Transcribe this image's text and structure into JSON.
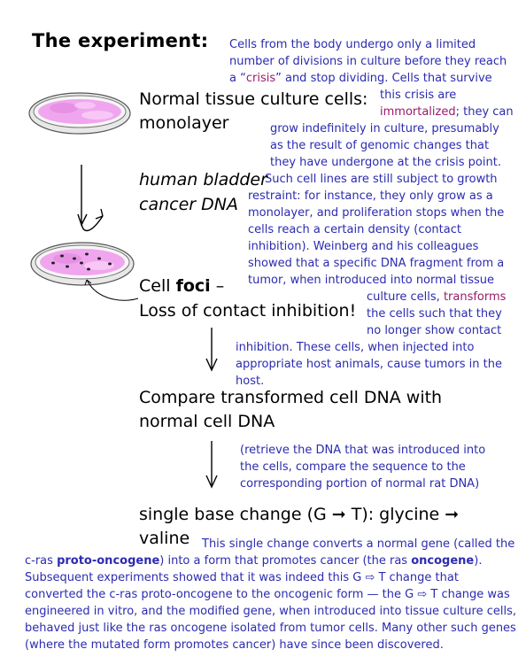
{
  "title": "The experiment:",
  "intro_note": {
    "l1": "Cells from the body undergo only a limited",
    "l2": "number of divisions in culture before they reach",
    "l3a": "a “",
    "l3b": "crisis",
    "l3c": "” and stop dividing.  Cells that survive",
    "l4": "this crisis are",
    "l5a": "immortalized",
    "l5b": "; they can",
    "l6": "grow indefinitely in culture, presumably",
    "l7": "as the result of genomic changes that",
    "l8": "they have undergone at the crisis point.",
    "l9": "Such cell lines are still subject to growth",
    "l10": "restraint: for instance, they only grow as a",
    "l11": "monolayer, and proliferation stops when the",
    "l12": "cells reach a certain density (contact",
    "l13": "inhibition).  Weinberg and his colleagues",
    "l14": "showed that a specific DNA fragment from a",
    "l15": "tumor, when introduced into normal tissue",
    "l16a": "culture cells, ",
    "l16b": "transforms",
    "l17": "the cells such that they",
    "l18": "no longer show contact",
    "l19": "inhibition.  These cells, when injected into",
    "l20": "appropriate host animals, cause tumors in the",
    "l21": "host."
  },
  "step1": {
    "l1": "Normal tissue culture cells:",
    "l2": "monolayer"
  },
  "dna_label": {
    "l1": "human bladder",
    "l2": "cancer DNA"
  },
  "step2": {
    "l1a": "Cell ",
    "l1b": "foci",
    "l1c": " –",
    "l2": "Loss of contact inhibition!"
  },
  "step3": {
    "l1": "Compare transformed cell DNA with",
    "l2": "normal cell DNA"
  },
  "retrieve_note": {
    "l1": "(retrieve the DNA that was introduced into",
    "l2": "the cells, compare the sequence to the",
    "l3": "corresponding portion of normal rat DNA)"
  },
  "step4": {
    "l1": "single base change (G ➞ T): glycine ➞",
    "l2": "valine"
  },
  "final_note": {
    "l1": "This single change converts a normal gene (called the",
    "l2a": "c-ras ",
    "l2b": "proto-oncogene",
    "l2c": ") into a form that promotes cancer (the ras ",
    "l2d": "oncogene",
    "l2e": ").",
    "l3": "Subsequent experiments showed that it was indeed this G ⇨ T change that",
    "l4": "converted the c-ras proto-oncogene to the oncogenic form — the G ⇨ T change was",
    "l5": "engineered in vitro, and the modified gene, when introduced into tissue culture cells,",
    "l6": "behaved just like the ras oncogene isolated from tumor cells.  Many other such genes",
    "l7": "(where the mutated form promotes cancer) have since been discovered."
  },
  "colors": {
    "note_text": "#2b2bb0",
    "highlight": "#9a1a6b",
    "dish_fill": "#f0a6ee",
    "dish_rim": "#dcdcdc",
    "focus_dot": "#222222"
  }
}
